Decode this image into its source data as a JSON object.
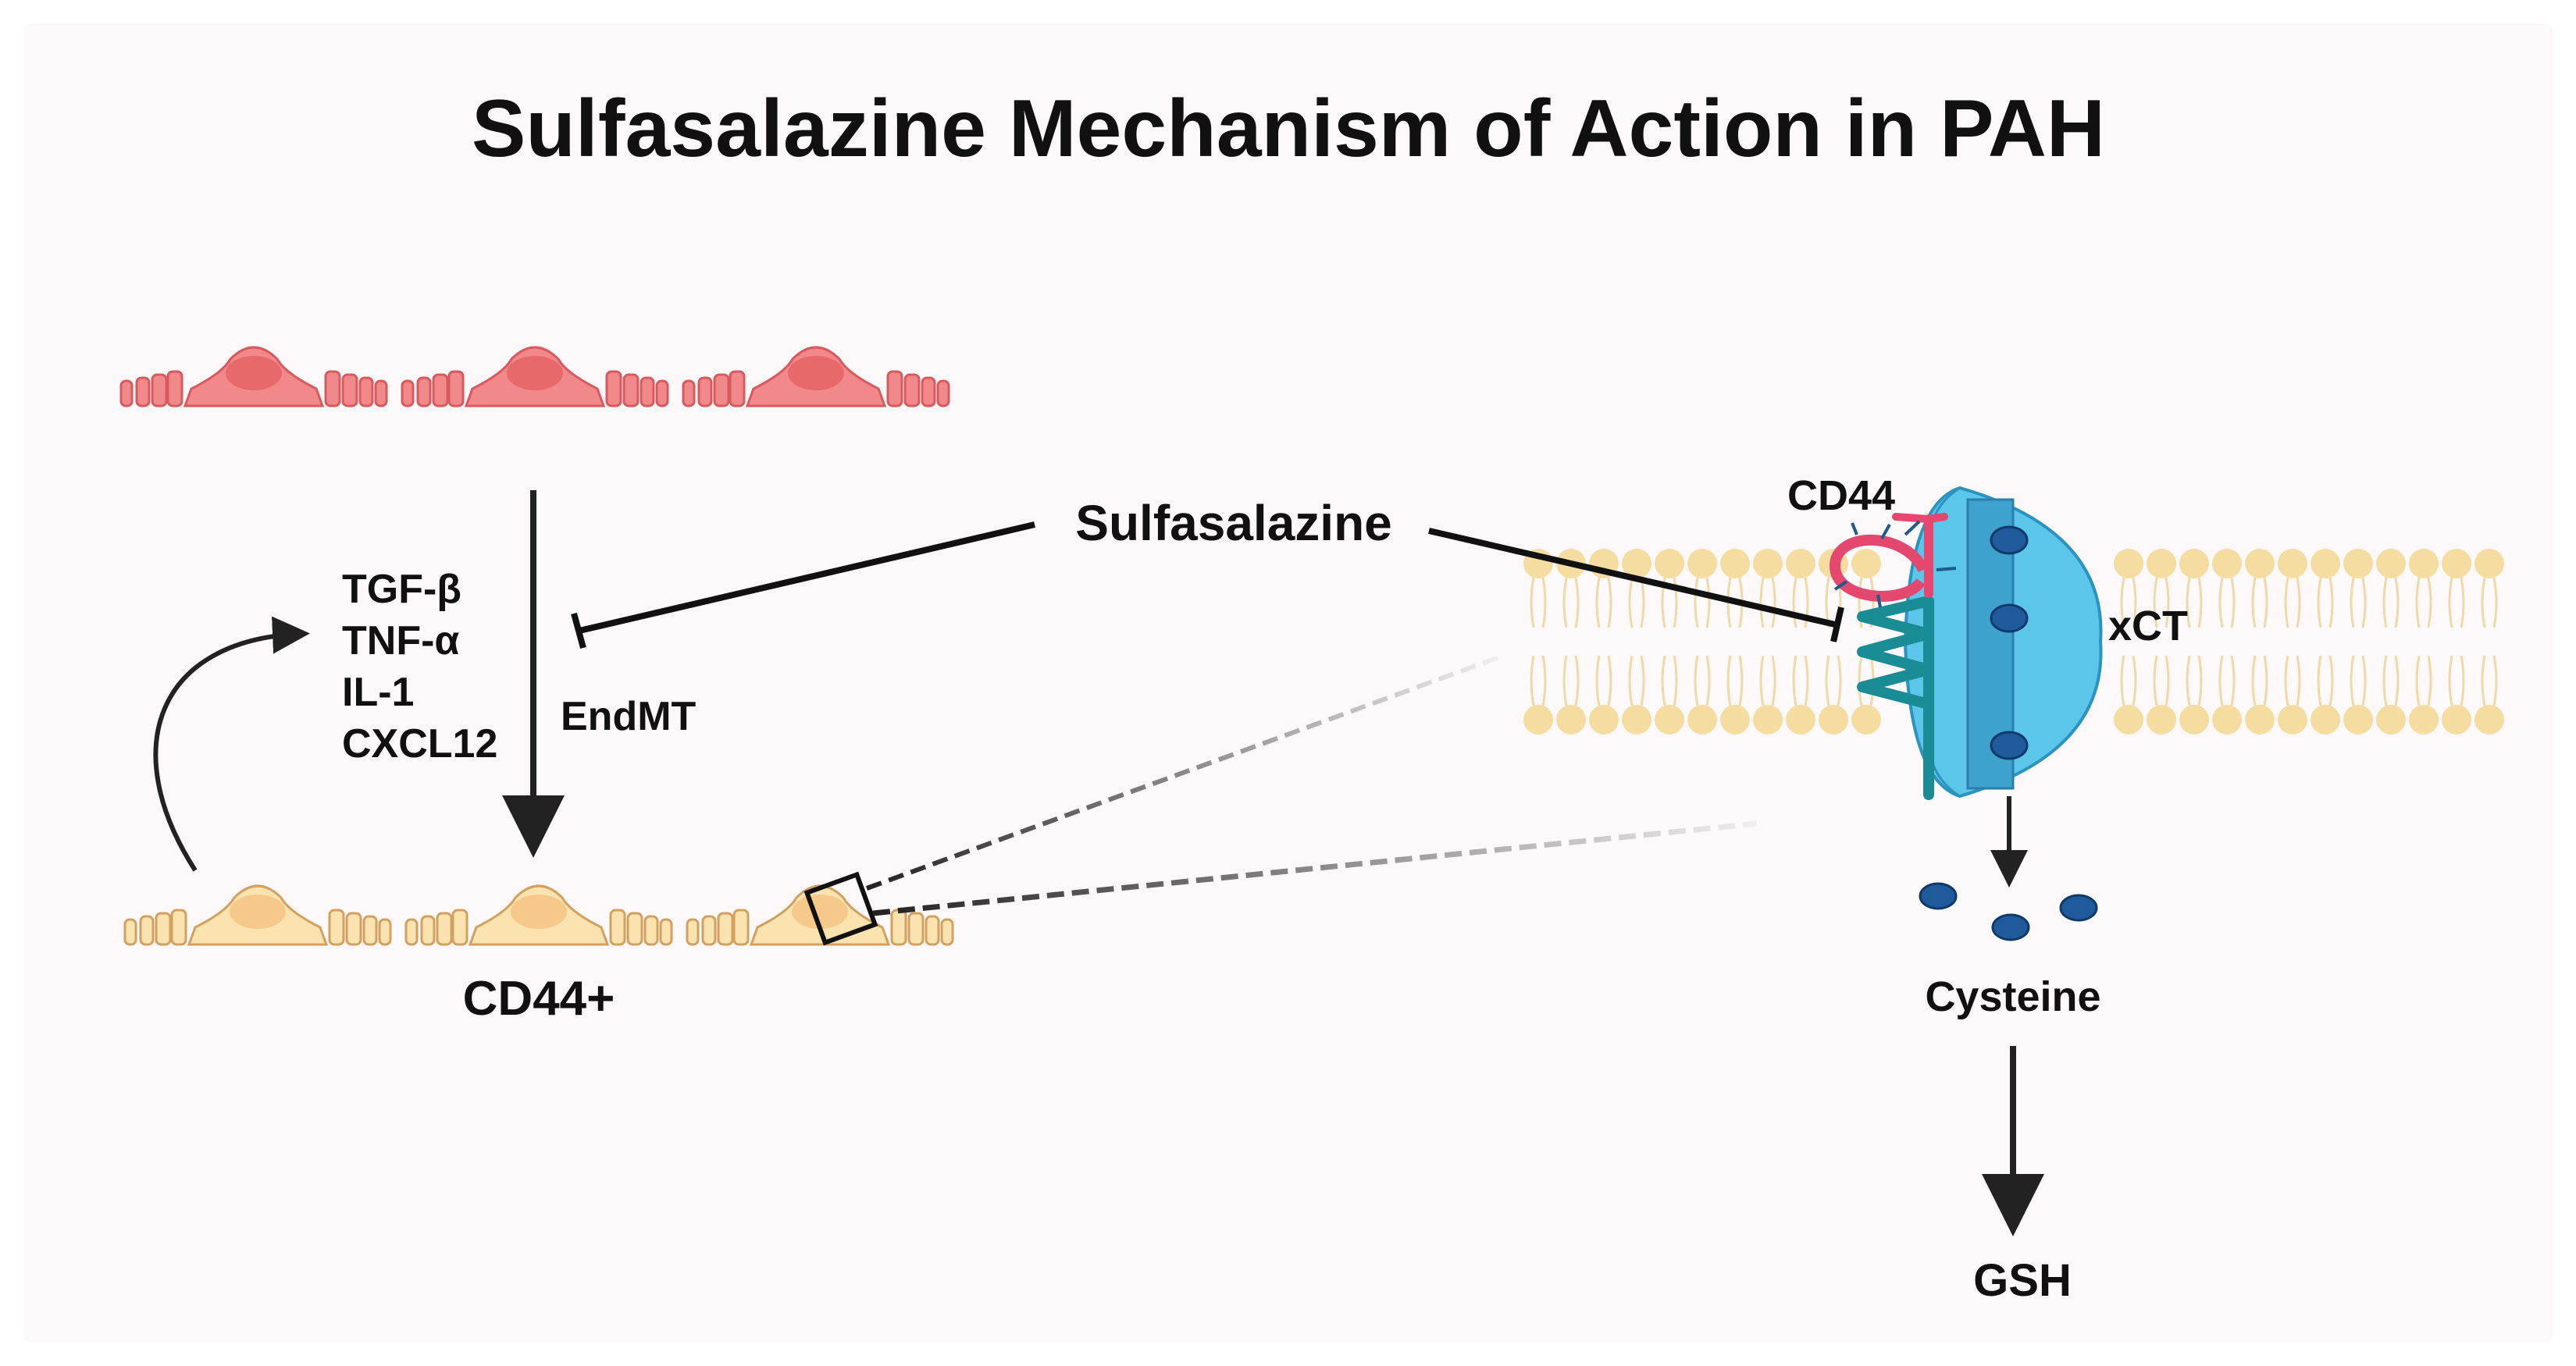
{
  "diagram": {
    "title": "Sulfasalazine Mechanism of Action in PAH",
    "drug_label": "Sulfasalazine",
    "transition_label": "EndMT",
    "cytokines": [
      "TGF-β",
      "TNF-α",
      "IL-1",
      "CXCL12"
    ],
    "mesenchymal_label": "CD44+",
    "receptor_label": "CD44",
    "transporter_label": "xCT",
    "product1_label": "Cysteine",
    "product2_label": "GSH"
  },
  "colors": {
    "background": "#fdf9fb",
    "endothelial_cell": "#f1888a",
    "endothelial_nucleus": "#e8696c",
    "mesenchymal_cell": "#fbe3b0",
    "mesenchymal_nucleus": "#f6c98a",
    "cell_outline": "#d4a060",
    "membrane_head": "#f5dca0",
    "xct_outer": "#5bc6ea",
    "xct_inner": "#3ea2cc",
    "cd44_coil": "#1a8c96",
    "cd44_loop": "#e5486f",
    "cystine_dot": "#1f5a9a"
  },
  "icons": {
    "inhibit": "t-bar-inhibition-icon",
    "arrow": "arrow-icon",
    "membrane": "lipid-bilayer-icon"
  }
}
